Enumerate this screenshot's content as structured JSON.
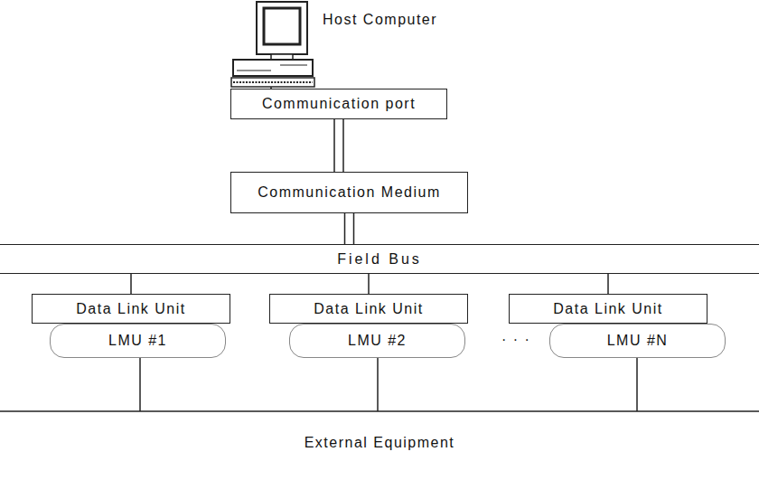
{
  "diagram": {
    "nodes": [
      {
        "text": [
          "Communication port"
        ]
      },
      {
        "text": [
          "Communication Medium"
        ]
      },
      {
        "text": [
          "Field Bus"
        ]
      },
      {
        "text": [
          "Data Link Unit"
        ]
      },
      {
        "text": [
          "Data Link Unit"
        ]
      },
      {
        "text": [
          "Data Link Unit"
        ]
      },
      {
        "text": [
          "LMU #1"
        ]
      },
      {
        "text": [
          "LMU #2"
        ]
      },
      {
        "text": [
          "LMU #N"
        ]
      }
    ],
    "edges": [
      {
        "from": 0,
        "to": 1,
        "arrow": "none"
      },
      {
        "from": 1,
        "to": 2,
        "arrow": "none"
      },
      {
        "from": 2,
        "to": 3,
        "arrow": "none"
      },
      {
        "from": 2,
        "to": 4,
        "arrow": "none"
      },
      {
        "from": 2,
        "to": 5,
        "arrow": "none"
      }
    ],
    "labels": [
      "Host Computer",
      "· · ·",
      "External Equipment"
    ]
  }
}
